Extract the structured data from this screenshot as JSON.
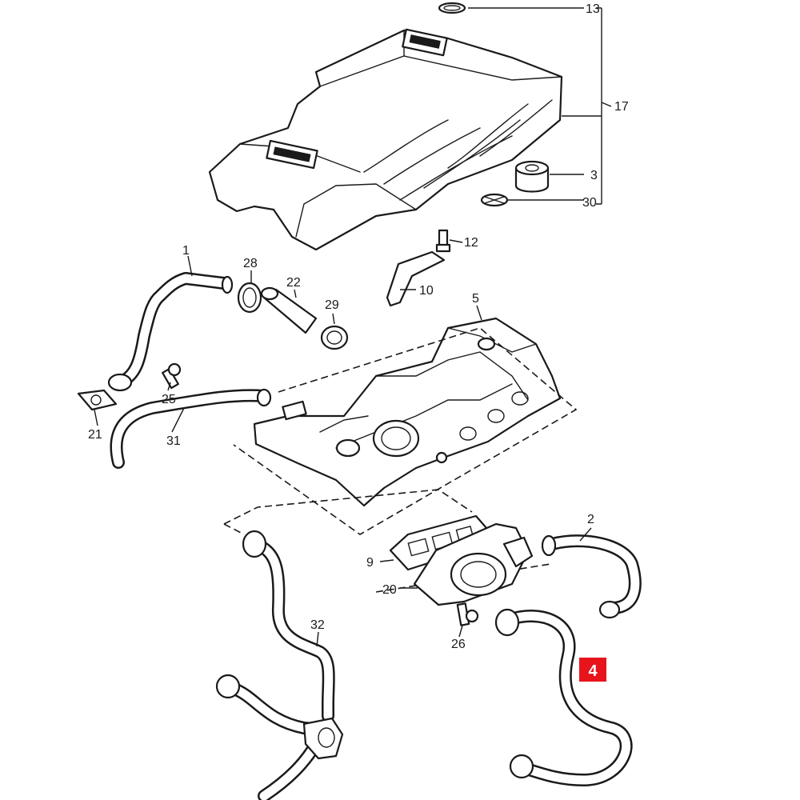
{
  "diagram": {
    "callouts": [
      {
        "id": "13",
        "label": "13"
      },
      {
        "id": "17",
        "label": "17"
      },
      {
        "id": "3",
        "label": "3"
      },
      {
        "id": "30",
        "label": "30"
      },
      {
        "id": "12",
        "label": "12"
      },
      {
        "id": "10",
        "label": "10"
      },
      {
        "id": "1",
        "label": "1"
      },
      {
        "id": "28",
        "label": "28"
      },
      {
        "id": "22",
        "label": "22"
      },
      {
        "id": "29",
        "label": "29"
      },
      {
        "id": "5",
        "label": "5"
      },
      {
        "id": "25",
        "label": "25"
      },
      {
        "id": "21",
        "label": "21"
      },
      {
        "id": "31",
        "label": "31"
      },
      {
        "id": "2",
        "label": "2"
      },
      {
        "id": "9",
        "label": "9"
      },
      {
        "id": "20",
        "label": "20"
      },
      {
        "id": "26",
        "label": "26"
      },
      {
        "id": "32",
        "label": "32"
      },
      {
        "id": "4",
        "label": "4"
      }
    ],
    "highlight": {
      "label": "4",
      "color": "#e8141c"
    },
    "line_color": "#1a1a1a"
  }
}
